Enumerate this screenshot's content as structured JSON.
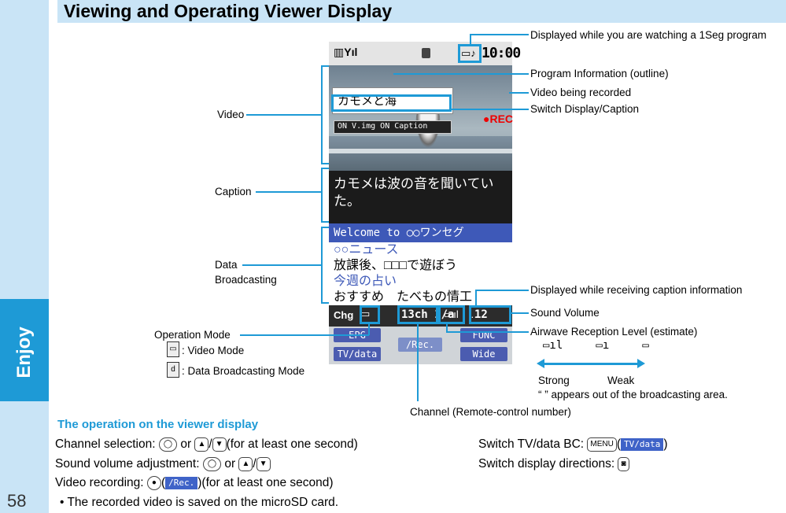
{
  "page": {
    "section": "Enjoy",
    "number": "58",
    "title": "Viewing and Operating Viewer Display"
  },
  "phone": {
    "clock": "10:00",
    "program_info": "カモメと海",
    "rec_badge": "●REC",
    "caption_switch": "ON V.img ON Caption",
    "caption_text": [
      "カモメは波の音を聞いてい",
      "た。"
    ],
    "data_lines": [
      "Welcome to ○○ワンセグ",
      "○○ニュース",
      "放課後、□□□で遊ぼう",
      "今週の占い",
      "おすすめ　たべもの情工"
    ],
    "chg_label": "Chg",
    "channel": "13ch 1/a",
    "volume": "12",
    "softkeys": {
      "epg": "EPG",
      "func": "FUNC",
      "tvdata": "TV/data",
      "wide": "Wide",
      "rec": "/Rec."
    }
  },
  "callouts": {
    "oneseg_watching": "Displayed while you are watching a 1Seg program",
    "program_info": "Program Information (outline)",
    "video_recorded": "Video being recorded",
    "switch_caption": "Switch Display/Caption",
    "video": "Video",
    "caption": "Caption",
    "data_broadcasting_1": "Data",
    "data_broadcasting_2": "Broadcasting",
    "caption_info": "Displayed while receiving caption information",
    "sound_volume": "Sound Volume",
    "airwave": "Airwave Reception Level (estimate)",
    "strong": "Strong",
    "weak": "Weak",
    "out_of_area": "“ ” appears out of the broadcasting area.",
    "operation_mode": "Operation Mode",
    "video_mode": ": Video Mode",
    "data_mode": ": Data Broadcasting Mode",
    "channel_remote": "Channel (Remote-control number)"
  },
  "operation": {
    "heading": "The operation on the viewer display",
    "channel_selection_a": "Channel selection: ",
    "or": " or ",
    "channel_selection_b": "(for at least one second)",
    "sound_adjust": "Sound volume adjustment: ",
    "video_recording_a": "Video recording: ",
    "video_recording_b": ")(for at least one second)",
    "note": "• The recorded video is saved on the microSD card.",
    "switch_tv": "Switch TV/data BC: ",
    "switch_dir": "Switch display directions: ",
    "menu_key": "MENU",
    "tvdata_key": "TV/data",
    "rec_key": "/Rec."
  }
}
